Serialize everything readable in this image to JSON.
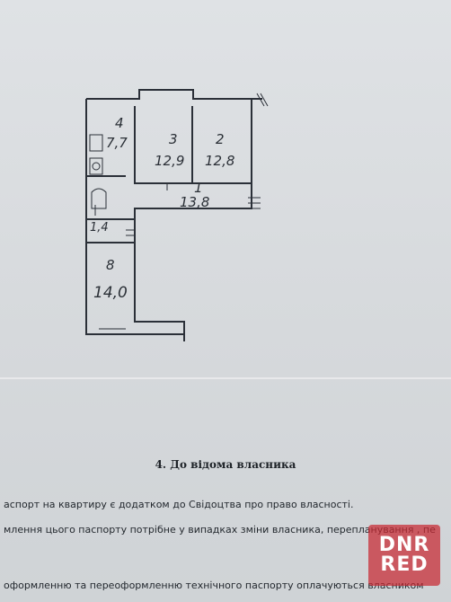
{
  "floor_plan": {
    "rooms": [
      {
        "number": "4",
        "area": "7,7"
      },
      {
        "number": "3",
        "area": "12,9"
      },
      {
        "number": "2",
        "area": "12,8"
      },
      {
        "number": "1",
        "area": "13,8"
      },
      {
        "number": "",
        "area": "1,4"
      },
      {
        "number": "8",
        "area": "14,0"
      }
    ]
  },
  "section": {
    "heading": "4. До відома власника",
    "lines": [
      "аспорт на квартиру є додатком до Свідоцтва про право власності.",
      "млення цього паспорту потрібне у випадках зміни власника, перепланування , пе",
      "оформленню та переоформленню технічного паспорту оплачуються власником"
    ]
  },
  "watermark": {
    "line1": "DNR",
    "line2": "RED"
  }
}
